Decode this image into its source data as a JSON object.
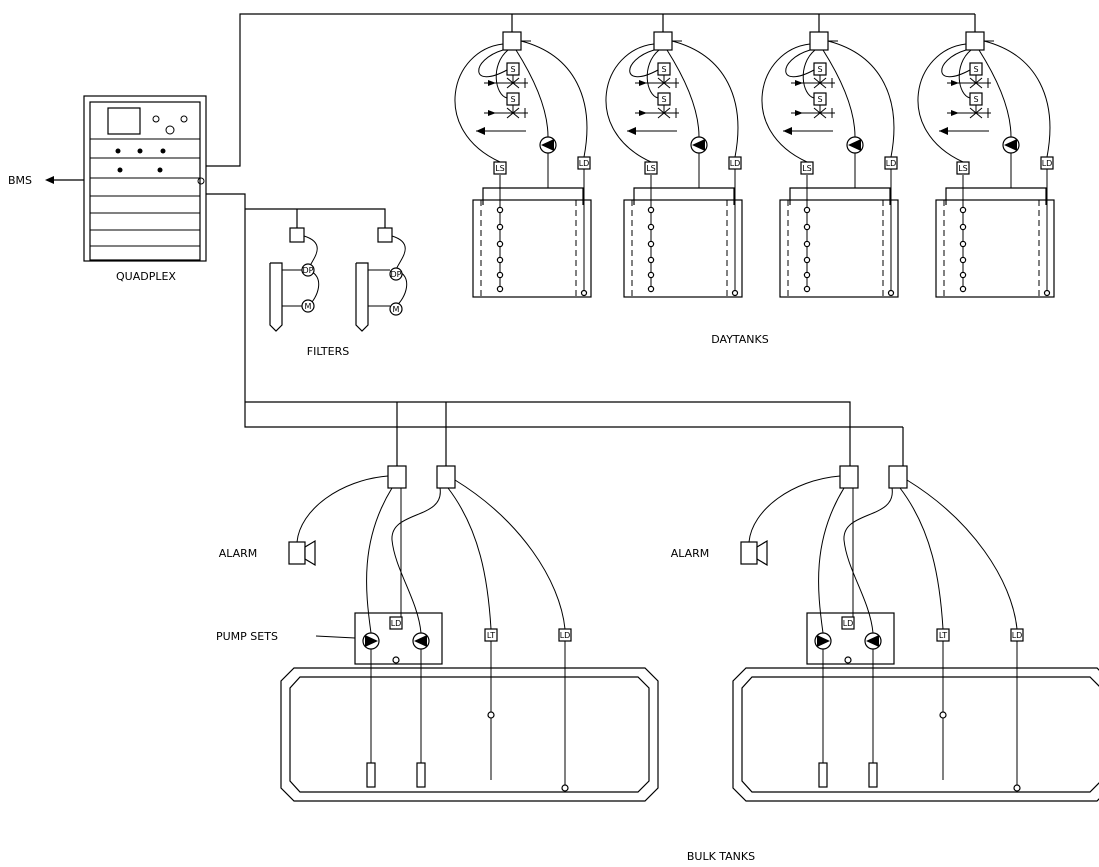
{
  "labels": {
    "bms": "BMS",
    "quadplex": "QUADPLEX",
    "filters": "FILTERS",
    "daytanks": "DAYTANKS",
    "alarm": "ALARM",
    "pump_sets": "PUMP  SETS",
    "bulk_tanks": "BULK  TANKS"
  },
  "tags": {
    "level_switch": "LS",
    "leak_detector": "LD",
    "level_transmitter": "LT",
    "solenoid": "S",
    "differential_pressure": "DP",
    "meter": "M"
  },
  "counts": {
    "daytanks": 4,
    "filters": 2,
    "bulk_tanks": 2
  }
}
